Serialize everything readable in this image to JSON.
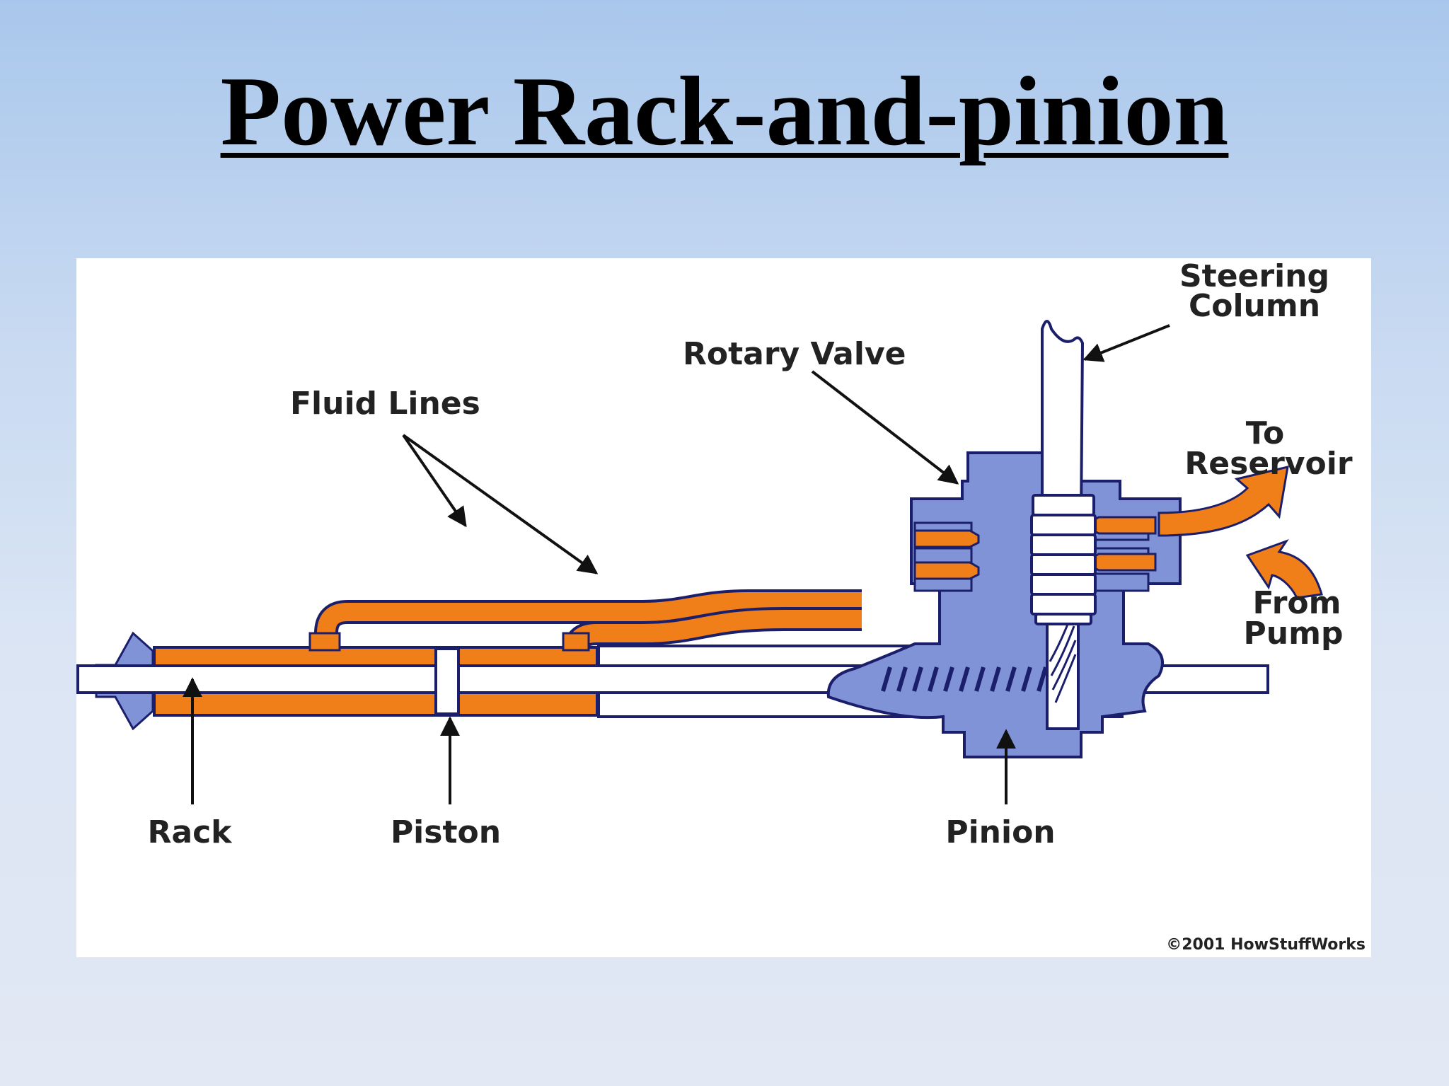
{
  "title": "Power Rack-and-pinion",
  "labels": {
    "steering_column": [
      "Steering",
      "Column"
    ],
    "rotary_valve": "Rotary Valve",
    "fluid_lines": "Fluid Lines",
    "to_reservoir": [
      "To",
      "Reservoir"
    ],
    "from_pump": [
      "From",
      "Pump"
    ],
    "rack": "Rack",
    "piston": "Piston",
    "pinion": "Pinion"
  },
  "credit": "©2001 HowStuffWorks",
  "colors": {
    "fluid": "#f07f1a",
    "housing": "#7f93d6",
    "outline": "#1b1f6b",
    "background_top": "#a9c7ec",
    "background_bottom": "#e2e8f4"
  }
}
